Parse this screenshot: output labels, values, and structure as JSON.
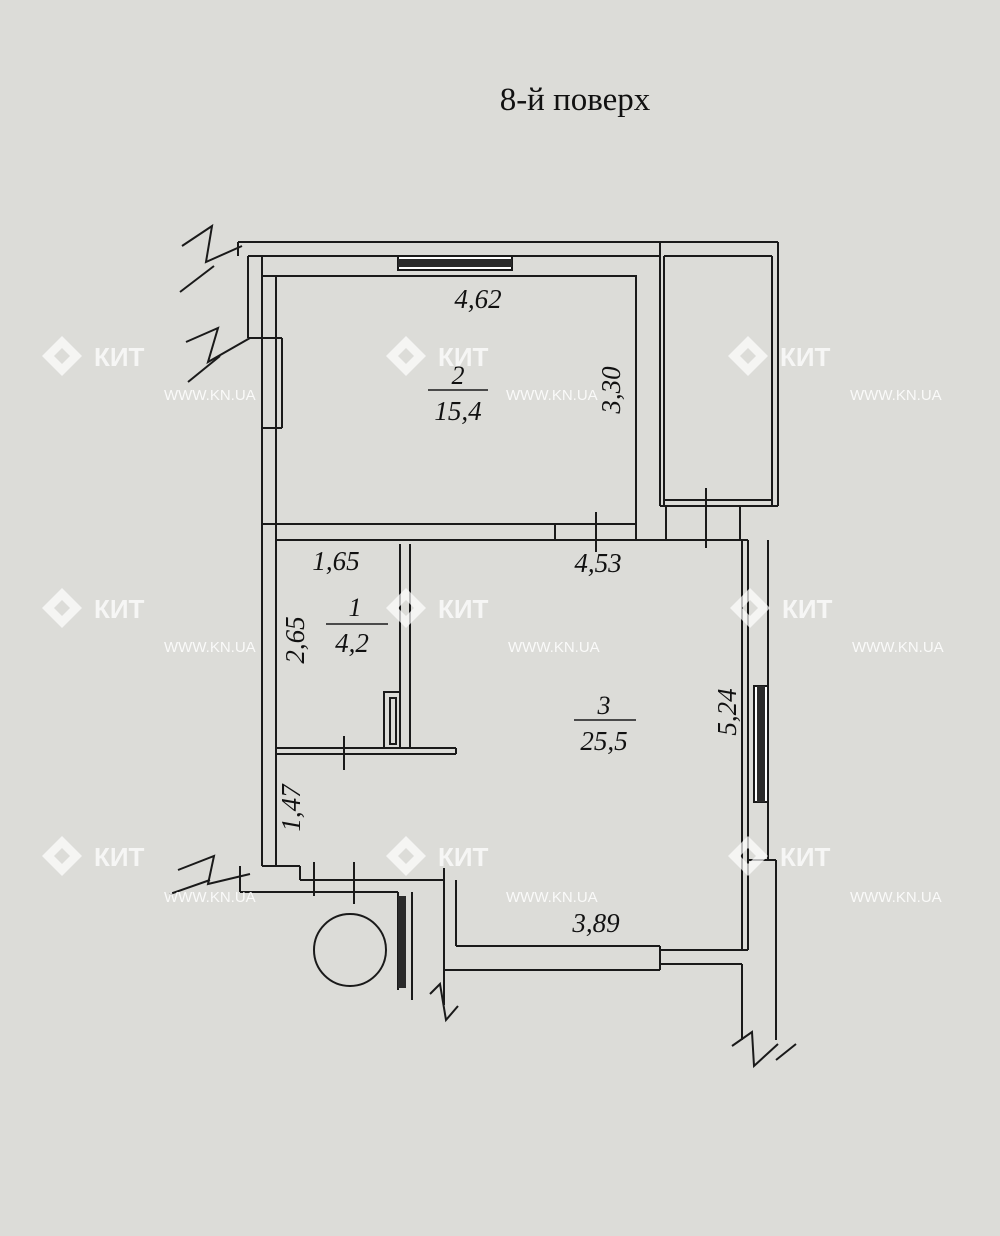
{
  "floor_label": "8-й поверх",
  "rooms": [
    {
      "number": "1",
      "area": "4,2"
    },
    {
      "number": "2",
      "area": "15,4"
    },
    {
      "number": "3",
      "area": "25,5"
    }
  ],
  "dimensions": {
    "room2_width": "4,62",
    "room2_depth": "3,30",
    "room1_width": "1,65",
    "room1_depth": "2,65",
    "room3_width": "4,53",
    "room3_depth": "5,24",
    "hall_depth": "1,47",
    "bottom_width": "3,89"
  },
  "watermark": {
    "brand": "КИТ",
    "url": "WWW.KN.UA"
  }
}
